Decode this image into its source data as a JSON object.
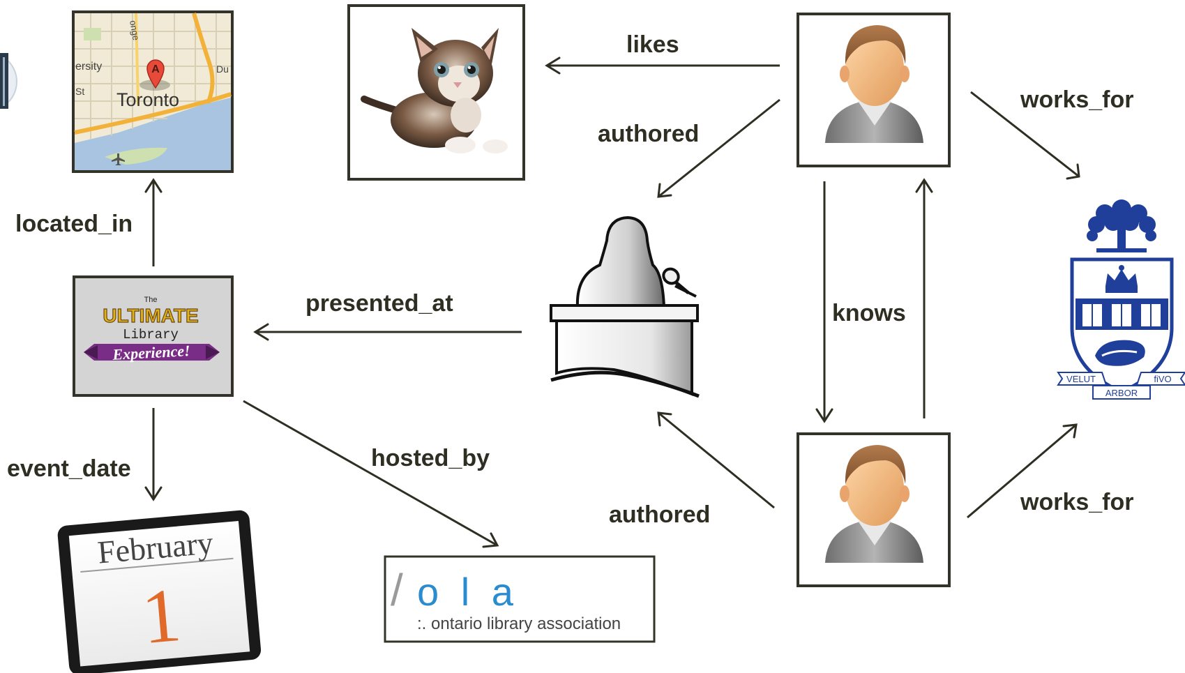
{
  "nodes": {
    "map": {
      "city_label": "Toronto",
      "marker_letter": "A",
      "fragment_left": "ersity",
      "fragment_st": "St",
      "fragment_top": "onge",
      "fragment_right": "Du"
    },
    "event_logo": {
      "the": "The",
      "ultimate": "ULTIMATE",
      "library": "Library",
      "experience": "Experience!"
    },
    "calendar": {
      "month": "February",
      "day": "1"
    },
    "ola": {
      "slash": "/",
      "letters": "o l a",
      "name": ":. ontario library association"
    },
    "university": {
      "motto_left": "VELUT",
      "motto_right": "fiVO",
      "motto_bottom": "ARBOR"
    }
  },
  "edges": {
    "likes": "likes",
    "authored_top": "authored",
    "works_for_top": "works_for",
    "located_in": "located_in",
    "presented_at": "presented_at",
    "knows": "knows",
    "event_date": "event_date",
    "hosted_by": "hosted_by",
    "authored_bottom": "authored",
    "works_for_bottom": "works_for"
  },
  "colors": {
    "arrow": "#2e2e22",
    "uoft_blue": "#1f3f9a",
    "ultimate_gold": "#e3b21b",
    "experience_purple": "#7a2d86",
    "ola_blue": "#2a8ccf",
    "calendar_orange": "#e06a2a"
  }
}
